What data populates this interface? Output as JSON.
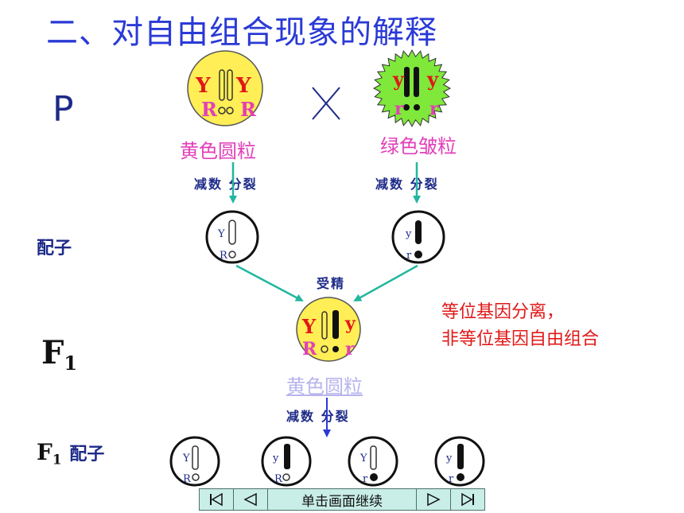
{
  "title": "二、对自由组合现象的解释",
  "labels": {
    "p": "P",
    "gamete": "配子",
    "f1": "F",
    "f1_sub": "1",
    "f1_gamete_prefix": "F",
    "f1_gamete_sub": "1",
    "f1_gamete_suffix": "配子"
  },
  "cross_symbol": "X",
  "parents": [
    {
      "phenotype": "黄色圆粒",
      "alleles": [
        "Y",
        "Y",
        "R",
        "R"
      ],
      "color": "#ffee55"
    },
    {
      "phenotype": "绿色皱粒",
      "alleles": [
        "y",
        "y",
        "r",
        "r"
      ],
      "color": "#7fe83a"
    }
  ],
  "steps": {
    "meiosis": "减数 分裂",
    "fertilization": "受精"
  },
  "gametes": [
    {
      "alleles": [
        "Y",
        "R"
      ]
    },
    {
      "alleles": [
        "y",
        "r"
      ]
    }
  ],
  "f1": {
    "phenotype": "黄色圆粒",
    "alleles": [
      "Y",
      "y",
      "R",
      "r"
    ]
  },
  "f1_gametes": [
    {
      "alleles": [
        "Y",
        "R"
      ]
    },
    {
      "alleles": [
        "y",
        "R"
      ]
    },
    {
      "alleles": [
        "Y",
        "r"
      ]
    },
    {
      "alleles": [
        "y",
        "r"
      ]
    }
  ],
  "note": [
    "等位基因分离，",
    "非等位基因自由组合"
  ],
  "nav": {
    "label": "单击画面继续"
  },
  "colors": {
    "title": "#2a3ad6",
    "arrow": "#22b79e",
    "pink": "#e23fb8",
    "red": "#e01818",
    "navy": "#1d2a88"
  }
}
